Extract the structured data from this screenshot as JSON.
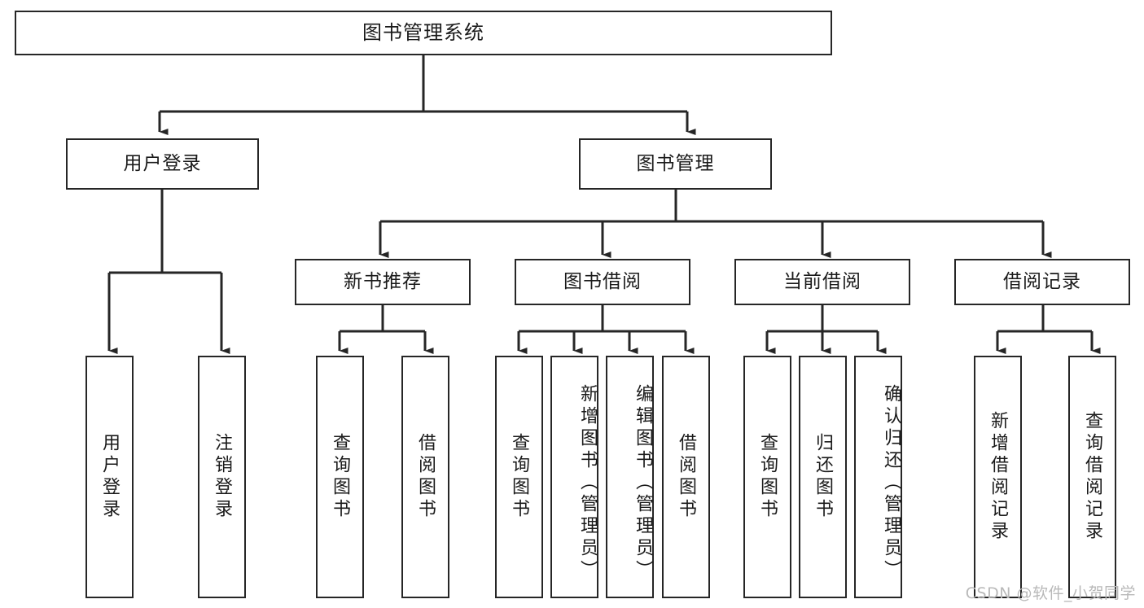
{
  "diagram": {
    "type": "tree",
    "title": "图书管理系统",
    "watermark": "CSDN @软件_小贺同学",
    "colors": {
      "stroke": "#262626",
      "fill": "#ffffff",
      "text": "#1a1a1a",
      "watermark": "#b9b9b9"
    },
    "nodes": {
      "root": "图书管理系统",
      "level2": [
        {
          "label": "用户登录"
        },
        {
          "label": "图书管理"
        }
      ],
      "level3": [
        {
          "label": "新书推荐"
        },
        {
          "label": "图书借阅"
        },
        {
          "label": "当前借阅"
        },
        {
          "label": "借阅记录"
        }
      ],
      "leaves": {
        "user_login": [
          {
            "label": "用户登录"
          },
          {
            "label": "注销登录"
          }
        ],
        "new_book": [
          {
            "label": "查询图书"
          },
          {
            "label": "借阅图书"
          }
        ],
        "book_borrow": [
          {
            "label": "查询图书"
          },
          {
            "label": "新增图书（管理员）"
          },
          {
            "label": "编辑图书（管理员）"
          },
          {
            "label": "借阅图书"
          }
        ],
        "current_borrow": [
          {
            "label": "查询图书"
          },
          {
            "label": "归还图书"
          },
          {
            "label": "确认归还（管理员）"
          }
        ],
        "borrow_record": [
          {
            "label": "新增借阅记录"
          },
          {
            "label": "查询借阅记录"
          }
        ]
      }
    }
  }
}
